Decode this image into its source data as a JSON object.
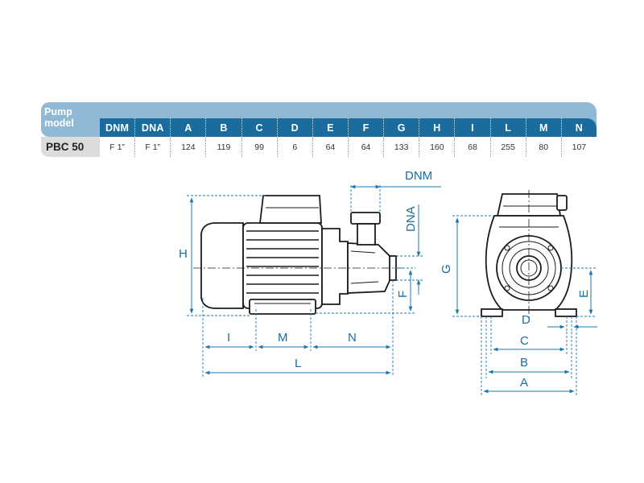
{
  "table": {
    "pump_model_label_line1": "Pump",
    "pump_model_label_line2": "model",
    "columns": [
      "DNM",
      "DNA",
      "A",
      "B",
      "C",
      "D",
      "E",
      "F",
      "G",
      "H",
      "I",
      "L",
      "M",
      "N"
    ],
    "rows": [
      {
        "model": "PBC 50",
        "values": [
          "F 1”",
          "F 1”",
          "124",
          "119",
          "99",
          "6",
          "64",
          "64",
          "133",
          "160",
          "68",
          "255",
          "80",
          "107"
        ]
      }
    ]
  },
  "dimensions": {
    "DNM": "DNM",
    "DNA": "DNA",
    "H": "H",
    "F": "F",
    "I": "I",
    "M": "M",
    "N": "N",
    "L": "L",
    "G": "G",
    "E": "E",
    "D": "D",
    "C": "C",
    "B": "B",
    "A": "A"
  },
  "colors": {
    "header_light": "#8fb9d4",
    "header_dark": "#1a6c9f",
    "model_cell": "#dcdcdc",
    "dimension_lines": "#1a78b0"
  }
}
